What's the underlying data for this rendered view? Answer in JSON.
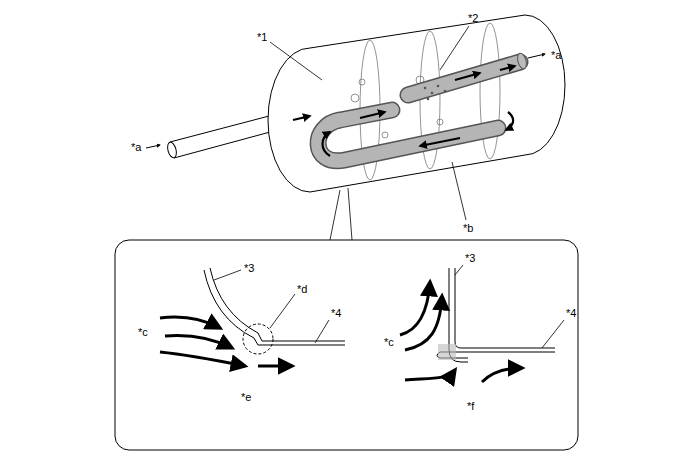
{
  "diagram": {
    "labels": [
      "*1",
      "*2",
      "*a",
      "*a",
      "*b",
      "*3",
      "*d",
      "*4",
      "*c",
      "*e",
      "*3",
      "*4",
      "*c",
      "*f"
    ]
  }
}
